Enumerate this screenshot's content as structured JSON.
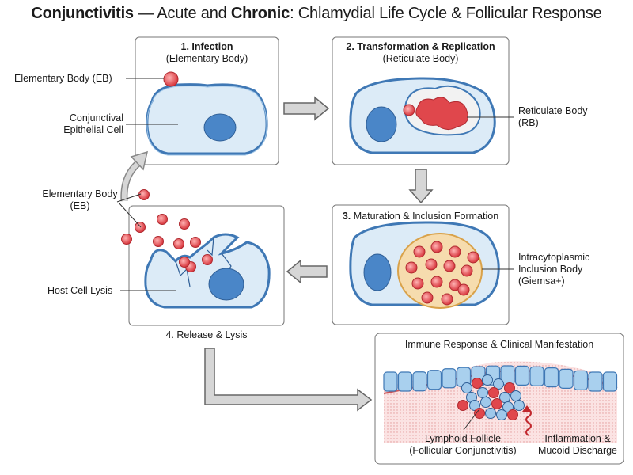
{
  "title": {
    "part1_bold": "Conjunctivitis",
    "part2": " — Acute and ",
    "part3_bold": "Chronic",
    "part4": ": Chlamydial Life Cycle & Follicular Response"
  },
  "panels": {
    "infection": {
      "title_bold": "1. Infection",
      "subtitle": "(Elementary Body)"
    },
    "transformation": {
      "title_bold": "2. Transformation & Replication",
      "subtitle": "(Reticulate Body)"
    },
    "maturation": {
      "title_num": "3.",
      "title_rest": " Maturation & Inclusion Formation"
    },
    "release": {
      "caption": "4. Release & Lysis"
    },
    "immune": {
      "title": "Immune Response & Clinical Manifestation"
    }
  },
  "labels": {
    "eb_top": "Elementary Body (EB)",
    "epithelial_line1": "Conjunctival",
    "epithelial_line2": "Epithelial Cell",
    "rb_line1": "Reticulate Body",
    "rb_line2": "(RB)",
    "eb_left_line1": "Elementary Body",
    "eb_left_line2": "(EB)",
    "host_lysis": "Host Cell Lysis",
    "inclusion_line1": "Intracytoplasmic",
    "inclusion_line2": "Inclusion Body",
    "inclusion_line3": "(Giemsa+)",
    "follicle_line1": "Lymphoid Follicle",
    "follicle_line2": "(Follicular Conjunctivitis)",
    "inflam_line1": "Inflammation &",
    "inflam_line2": "Mucoid Discharge"
  },
  "colors": {
    "cell_fill": "#dcebf7",
    "cell_stroke": "#3f78b5",
    "nucleus": "#4a86c8",
    "eb_red": "#e0474c",
    "inclusion_fill": "#f6dcae",
    "inclusion_stroke": "#d9a24a",
    "arrow_gray": "#cfcfcf"
  }
}
